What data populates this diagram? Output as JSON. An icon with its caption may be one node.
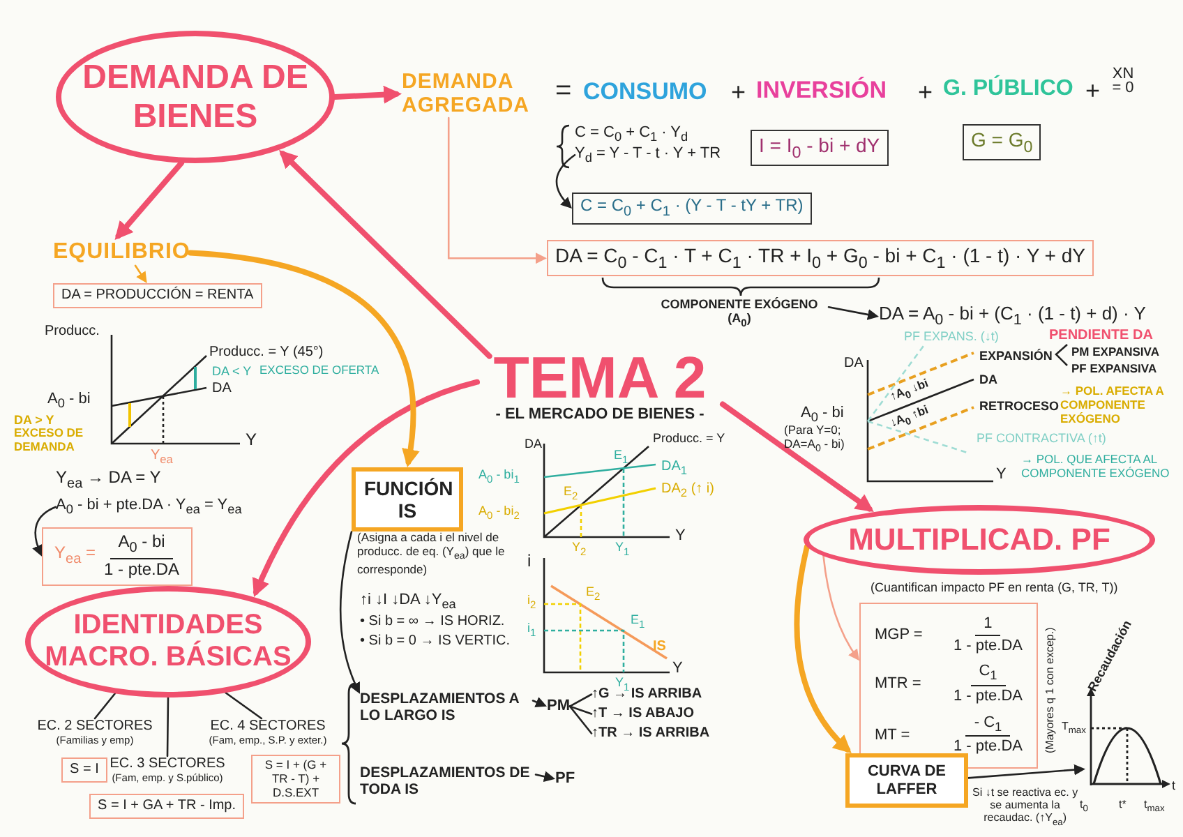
{
  "diagram": {
    "nodes": [
      {
        "text": [
          "DEMANDA DE BIENES"
        ]
      },
      {
        "text": [
          "DEMANDA AGREGADA"
        ]
      },
      {
        "text": [
          "C = C$_{0}$ + C$_{1}$ · Y$_{d}$",
          "Y$_{d}$ = Y - T - t · Y + TR"
        ]
      },
      {
        "text": [
          "I = I$_{0}$ - bi + dY"
        ]
      },
      {
        "text": [
          "G = G$_{0}$"
        ]
      },
      {
        "text": [
          "C = C$_{0}$ + C$_{1}$ · (Y - T - tY + TR)"
        ]
      },
      {
        "text": [
          "DA = C$_{0}$ - C$_{1}$ · T + C$_{1}$ · TR + I$_{0}$ + G$_{0}$ - bi + C$_{1}$ · (1 - t) · Y + dY"
        ]
      },
      {
        "text": [
          "COMPONENTE EXÓGENO (A$_{0}$)"
        ]
      },
      {
        "text": [
          "DA = A$_{0}$ - bi + (C$_{1}$ · (1 - t) + d) · Y"
        ]
      },
      {
        "text": [
          "EQUILIBRIO"
        ]
      },
      {
        "text": [
          "DA = PRODUCCIÓN = RENTA"
        ]
      },
      {
        "text": [
          "TEMA 2",
          "- EL MERCADO DE BIENES -"
        ]
      },
      {
        "text": [
          "FUNCIÓN IS"
        ],
        "beside": [
          "(Asigna a cada i el nivel de producc. de eq. (Y$_{ea}$) que le corresponde)"
        ]
      },
      {
        "text": [
          "A$_{0}$ - bi + pte.DA · Y$_{ea}$ = Y$_{ea}$"
        ]
      },
      {
        "text": [
          "Y$_{ea}$ =",
          "A$_{0}$ - bi",
          "1 - pte.DA"
        ]
      },
      {
        "text": [
          "IDENTIDADES MACRO. BÁSICAS"
        ]
      },
      {
        "text": [
          "EC. 2 SECTORES",
          "(Familias y emp)"
        ]
      },
      {
        "text": [
          "S = I"
        ]
      },
      {
        "text": [
          "EC. 3 SECTORES",
          "(Fam, emp. y S.público)"
        ]
      },
      {
        "text": [
          "S = I + GA + TR - Imp."
        ]
      },
      {
        "text": [
          "EC. 4 SECTORES",
          "(Fam, emp., S.P. y exter.)"
        ]
      },
      {
        "text": [
          "S = I + (G + TR - T) + D.S.EXT"
        ]
      },
      {
        "text": [
          "DESPLAZAMIENTOS A LO LARGO IS"
        ]
      },
      {
        "text": [
          "PM"
        ]
      },
      {
        "text": [
          "↑G → IS ARRIBA"
        ]
      },
      {
        "text": [
          "↑T → IS ABAJO"
        ]
      },
      {
        "text": [
          "↑TR → IS ARRIBA"
        ]
      },
      {
        "text": [
          "DESPLAZAMIENTOS DE TODA IS"
        ]
      },
      {
        "text": [
          "PF"
        ]
      },
      {
        "text": [
          "MULTIPLICAD. PF"
        ],
        "beside": [
          "(Cuantifican impacto PF en renta (G, TR, T))"
        ]
      },
      {
        "text": [
          "MGP =",
          "1",
          "1 - pte.DA",
          "MTR =",
          "C$_{1}$",
          "1 - pte.DA",
          "MT =",
          "- C$_{1}$",
          "1 - pte.DA"
        ]
      },
      {
        "text": [
          "CURVA DE LAFFER"
        ]
      },
      {
        "text": [],
        "shape": "picture"
      }
    ],
    "edges": [
      {
        "from": 0,
        "to": 1,
        "arrow": "to",
        "style": "thick",
        "color": "#f0506e"
      },
      {
        "from": 0,
        "to": 9,
        "arrow": "to",
        "style": "thick",
        "color": "#f0506e"
      },
      {
        "from": 11,
        "to": 0,
        "arrow": "to",
        "style": "thick",
        "color": "#f0506e"
      },
      {
        "from": 11,
        "to": 15,
        "arrow": "to",
        "style": "thick",
        "color": "#f0506e"
      },
      {
        "from": 11,
        "to": 29,
        "arrow": "to",
        "style": "thick",
        "color": "#f0506e"
      },
      {
        "from": 1,
        "to": 6,
        "arrow": "to",
        "color": "#f4a08a"
      },
      {
        "from": 2,
        "to": 5,
        "arrow": "to"
      },
      {
        "from": 9,
        "to": 10,
        "arrow": "to",
        "color": "#f5a623"
      },
      {
        "from": 9,
        "to": 12,
        "arrow": "to",
        "style": "thick",
        "color": "#f5a623"
      },
      {
        "from": 7,
        "to": 8,
        "arrow": "to"
      },
      {
        "from": 13,
        "to": 14,
        "arrow": "to"
      },
      {
        "from": 15,
        "to": 16,
        "arrow": "none"
      },
      {
        "from": 15,
        "to": 18,
        "arrow": "none"
      },
      {
        "from": 15,
        "to": 20,
        "arrow": "none"
      },
      {
        "from": 12,
        "to": 22,
        "arrow": "to"
      },
      {
        "from": 22,
        "to": 23,
        "arrow": "to"
      },
      {
        "from": 23,
        "to": 24,
        "arrow": "none"
      },
      {
        "from": 23,
        "to": 25,
        "arrow": "none"
      },
      {
        "from": 23,
        "to": 26,
        "arrow": "none"
      },
      {
        "from": 27,
        "to": 28,
        "arrow": "to"
      },
      {
        "from": 29,
        "to": 31,
        "arrow": "to",
        "style": "thick",
        "color": "#f5a623"
      },
      {
        "from": 29,
        "to": 30,
        "arrow": "to",
        "color": "#f4a08a"
      },
      {
        "from": 31,
        "to": 32,
        "arrow": "to",
        "label": "Si ↓t se reactiva ec. y se aumenta la recaudac. (↑Y$_{ea}$)"
      }
    ],
    "labels": [
      "=",
      "CONSUMO",
      "+",
      "INVERSIÓN",
      "+",
      "G. PÚBLICO",
      "+",
      "XN = 0",
      "Producc.",
      "Producc. = Y (45°)",
      "DA < Y",
      "EXCESO DE OFERTA",
      "DA",
      "A$_{0}$ - bi",
      "DA > Y",
      "EXCESO DE DEMANDA",
      "Y$_{ea}$",
      "Y",
      "Y$_{ea}$ → DA = Y",
      "DA",
      "Producc. = Y",
      "E$_{1}$",
      "DA$_{1}$",
      "A$_{0}$ - bi$_{1}$",
      "DA$_{2}$ (↑ i)",
      "A$_{0}$ - bi$_{2}$",
      "E$_{2}$",
      "Y$_{2}$",
      "Y$_{1}$",
      "Y",
      "i",
      "i$_{2}$",
      "i$_{1}$",
      "E$_{2}$",
      "E$_{1}$",
      "IS",
      "Y$_{1}$",
      "Y",
      "↑i ↓I ↓DA ↓Y$_{ea}$",
      "• Si b = ∞ → IS HORIZ.",
      "• Si b = 0 → IS VERTIC.",
      "PF EXPANS. (↓t)",
      "PENDIENTE DA",
      "DA",
      "EXPANSIÓN",
      "PM EXPANSIVA",
      "PF EXPANSIVA",
      "↑A$_{0}$ ↓bi",
      "DA",
      "↓A$_{0}$ ↑bi",
      "RETROCESO",
      "→ POL. AFECTA A COMPONENTE EXÓGENO",
      "A$_{0}$ - bi",
      "(Para Y=0; DA=A$_{0}$ - bi)",
      "PF CONTRACTIVA (↑t)",
      "Y",
      "→ POL. QUE AFECTA AL COMPONENTE EXÓGENO",
      "(Mayores q 1 con excep.)",
      "Recaudación",
      "T$_{max}$",
      "t$_{0}$",
      "t*",
      "t$_{max}$",
      "t"
    ]
  }
}
